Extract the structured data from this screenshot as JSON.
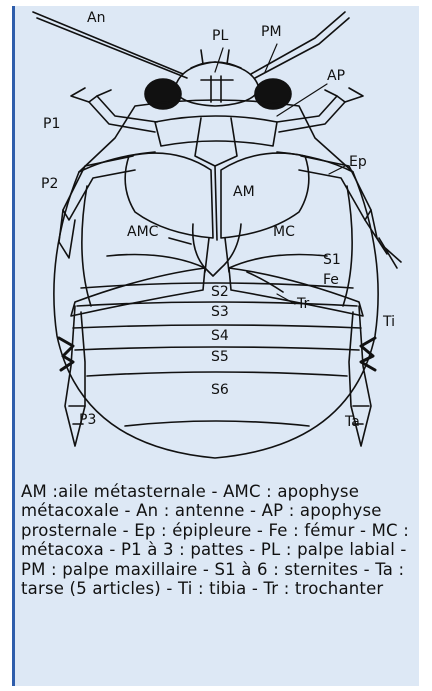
{
  "labels": {
    "An": "An",
    "PL": "PL",
    "PM": "PM",
    "AP": "AP",
    "P1": "P1",
    "P2": "P2",
    "P3": "P3",
    "Ep": "Ep",
    "AM": "AM",
    "AMC": "AMC",
    "MC": "MC",
    "S1": "S1",
    "Fe": "Fe",
    "S2": "S2",
    "Tr": "Tr",
    "S3": "S3",
    "S4": "S4",
    "S5": "S5",
    "S6": "S6",
    "Ti": "Ti",
    "Ta": "Ta"
  },
  "legend": {
    "text": "AM :aile métasternale - AMC : apophyse métacoxale - An : antenne - AP : apophyse prosternale - Ep : épipleure - Fe : fémur - MC : métacoxa - P1 à 3 : pattes - PL : palpe labial - PM : palpe maxillaire - S1 à 6 : sternites - Ta : tarse (5 articles) - Ti : tibia - Tr : trochanter"
  },
  "colors": {
    "panel_background": "#dde8f5",
    "panel_border": "#2e5dab",
    "drawing": "#111111"
  }
}
